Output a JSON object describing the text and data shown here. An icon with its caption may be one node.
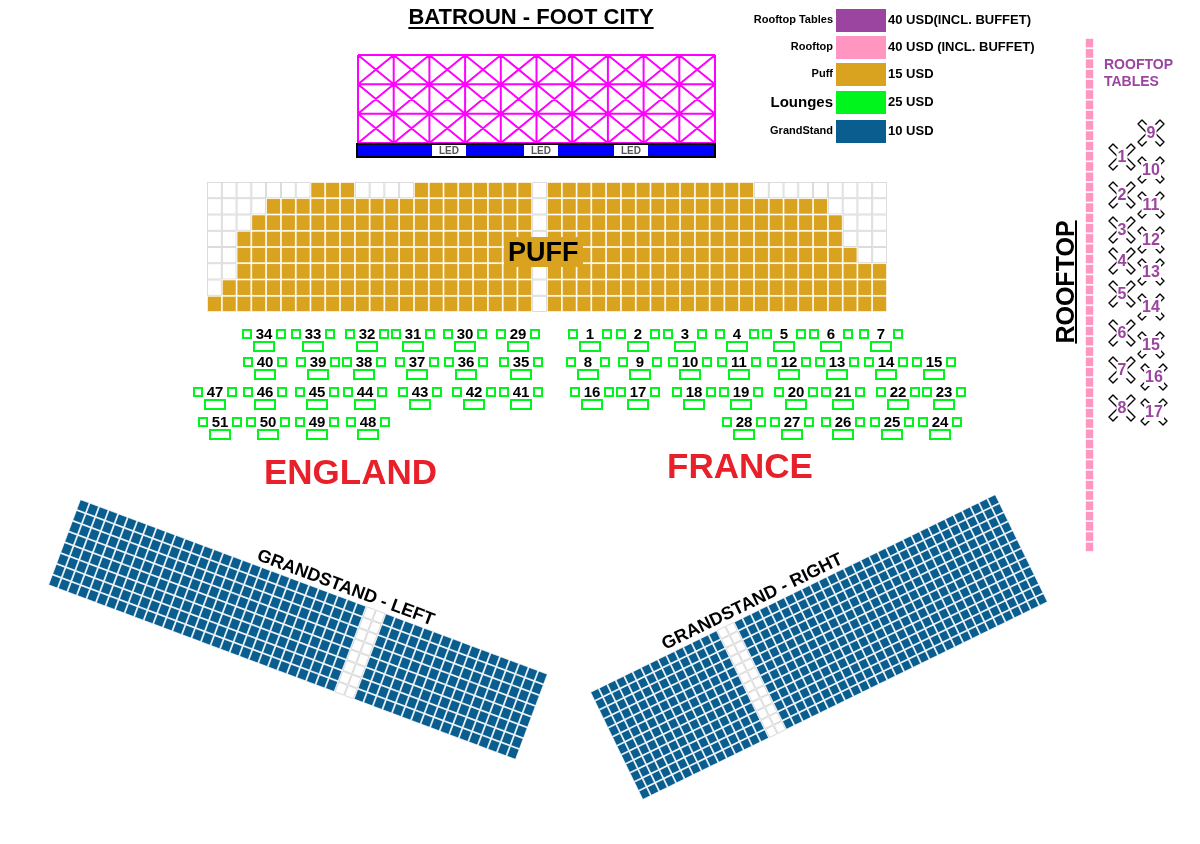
{
  "diagram": {
    "title": "BATROUN - FOOT CITY",
    "nodes": [
      {
        "text": [
          "LED",
          "LED",
          "LED"
        ]
      },
      {
        "text": [
          "PUFF"
        ]
      },
      {
        "text": [
          "34"
        ]
      },
      {
        "text": [
          "33"
        ]
      },
      {
        "text": [
          "32"
        ]
      },
      {
        "text": [
          "31"
        ]
      },
      {
        "text": [
          "30"
        ]
      },
      {
        "text": [
          "29"
        ]
      },
      {
        "text": [
          "1"
        ]
      },
      {
        "text": [
          "2"
        ]
      },
      {
        "text": [
          "3"
        ]
      },
      {
        "text": [
          "4"
        ]
      },
      {
        "text": [
          "5"
        ]
      },
      {
        "text": [
          "6"
        ]
      },
      {
        "text": [
          "7"
        ]
      },
      {
        "text": [
          "40"
        ]
      },
      {
        "text": [
          "39"
        ]
      },
      {
        "text": [
          "38"
        ]
      },
      {
        "text": [
          "37"
        ]
      },
      {
        "text": [
          "36"
        ]
      },
      {
        "text": [
          "35"
        ]
      },
      {
        "text": [
          "8"
        ]
      },
      {
        "text": [
          "9"
        ]
      },
      {
        "text": [
          "10"
        ]
      },
      {
        "text": [
          "11"
        ]
      },
      {
        "text": [
          "12"
        ]
      },
      {
        "text": [
          "13"
        ]
      },
      {
        "text": [
          "14"
        ]
      },
      {
        "text": [
          "15"
        ]
      },
      {
        "text": [
          "47"
        ]
      },
      {
        "text": [
          "46"
        ]
      },
      {
        "text": [
          "45"
        ]
      },
      {
        "text": [
          "44"
        ]
      },
      {
        "text": [
          "43"
        ]
      },
      {
        "text": [
          "42"
        ]
      },
      {
        "text": [
          "41"
        ]
      },
      {
        "text": [
          "16"
        ]
      },
      {
        "text": [
          "17"
        ]
      },
      {
        "text": [
          "18"
        ]
      },
      {
        "text": [
          "19"
        ]
      },
      {
        "text": [
          "20"
        ]
      },
      {
        "text": [
          "21"
        ]
      },
      {
        "text": [
          "22"
        ]
      },
      {
        "text": [
          "23"
        ]
      },
      {
        "text": [
          "51"
        ]
      },
      {
        "text": [
          "50"
        ]
      },
      {
        "text": [
          "49"
        ]
      },
      {
        "text": [
          "48"
        ]
      },
      {
        "text": [
          "28"
        ]
      },
      {
        "text": [
          "27"
        ]
      },
      {
        "text": [
          "26"
        ]
      },
      {
        "text": [
          "25"
        ]
      },
      {
        "text": [
          "24"
        ]
      },
      {
        "text": [
          "GRANDSTAND - LEFT"
        ]
      },
      {
        "text": [
          "GRANDSTAND - RIGHT"
        ]
      },
      {
        "text": [
          "ROOFTOP"
        ]
      },
      {
        "text": [
          "1"
        ]
      },
      {
        "text": [
          "2"
        ]
      },
      {
        "text": [
          "3"
        ]
      },
      {
        "text": [
          "4"
        ]
      },
      {
        "text": [
          "5"
        ]
      },
      {
        "text": [
          "6"
        ]
      },
      {
        "text": [
          "7"
        ]
      },
      {
        "text": [
          "8"
        ]
      },
      {
        "text": [
          "9"
        ]
      },
      {
        "text": [
          "10"
        ]
      },
      {
        "text": [
          "11"
        ]
      },
      {
        "text": [
          "12"
        ]
      },
      {
        "text": [
          "13"
        ]
      },
      {
        "text": [
          "14"
        ]
      },
      {
        "text": [
          "15"
        ]
      },
      {
        "text": [
          "16"
        ]
      },
      {
        "text": [
          "17"
        ]
      }
    ],
    "labels": [
      "40 USD(INCL. BUFFET)",
      "40 USD (INCL. BUFFET)",
      "15 USD",
      "25 USD",
      "10 USD",
      "ROOFTOP TABLES",
      "ENGLAND",
      "FRANCE"
    ],
    "legend": [
      {
        "text": "Rooftop Tables",
        "color": "#9b44a0"
      },
      {
        "text": "Rooftop",
        "color": "#ff96c2"
      },
      {
        "text": "Puff",
        "color": "#d9a21f"
      },
      {
        "text": "Lounges",
        "color": "#00f51c"
      },
      {
        "text": "GrandStand",
        "color": "#0a5d8f"
      }
    ]
  }
}
